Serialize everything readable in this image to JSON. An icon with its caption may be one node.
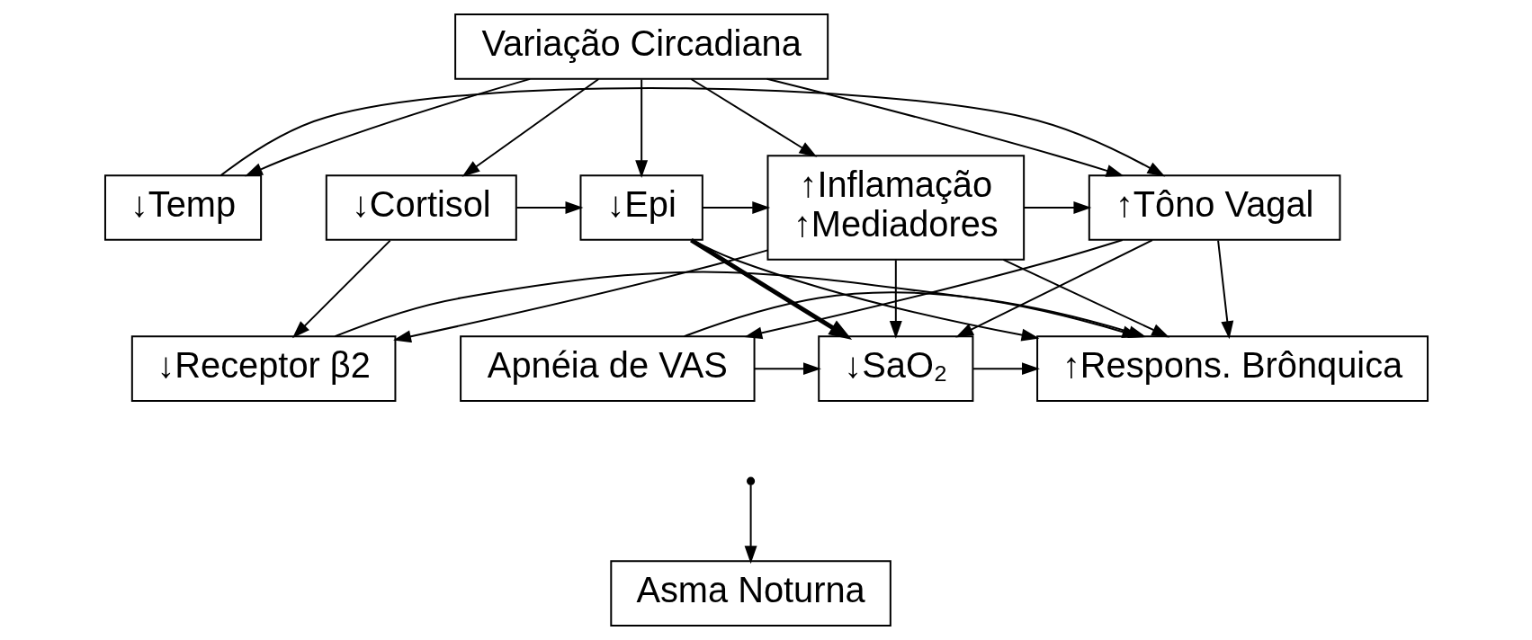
{
  "diagram": {
    "nodes": [
      {
        "text": [
          "Variação Circadiana"
        ]
      },
      {
        "text": [
          "↓Cortisol"
        ]
      },
      {
        "text": [
          "↓Epi"
        ]
      },
      {
        "text": [
          "↑Inflamação",
          "↑Mediadores"
        ]
      },
      {
        "text": [
          "↑Tôno Vagal"
        ]
      },
      {
        "text": [
          "↓Temp"
        ]
      },
      {
        "text": [
          "↓Receptor β2"
        ]
      },
      {
        "text": [
          "↑Respons. Brônquica"
        ]
      },
      {
        "text": [
          "↓SaO₂"
        ]
      },
      {
        "text": [
          "Apnéia de VAS"
        ]
      },
      {
        "text": [
          "Asma Noturna"
        ]
      }
    ],
    "edges": [
      {
        "from": 0,
        "to": 1,
        "arrow": "to"
      },
      {
        "from": 0,
        "to": 2,
        "arrow": "to"
      },
      {
        "from": 0,
        "to": 3,
        "arrow": "to"
      },
      {
        "from": 0,
        "to": 4,
        "arrow": "to"
      },
      {
        "from": 0,
        "to": 5,
        "arrow": "to"
      },
      {
        "from": 1,
        "to": 2,
        "arrow": "to"
      },
      {
        "from": 1,
        "to": 6,
        "arrow": "to"
      },
      {
        "from": 2,
        "to": 3,
        "arrow": "to"
      },
      {
        "from": 2,
        "to": 7,
        "arrow": "to"
      },
      {
        "from": 2,
        "to": 8,
        "arrow": "to",
        "style": "thick"
      },
      {
        "from": 3,
        "to": 4,
        "arrow": "to"
      },
      {
        "from": 3,
        "to": 6,
        "arrow": "to"
      },
      {
        "from": 3,
        "to": 7,
        "arrow": "to"
      },
      {
        "from": 3,
        "to": 8,
        "arrow": "to"
      },
      {
        "from": 5,
        "to": 4,
        "arrow": "to"
      },
      {
        "from": 4,
        "to": 7,
        "arrow": "to"
      },
      {
        "from": 4,
        "to": 8,
        "arrow": "to"
      },
      {
        "from": 4,
        "to": 9,
        "arrow": "to"
      },
      {
        "from": 6,
        "to": 7,
        "arrow": "to"
      },
      {
        "from": 8,
        "to": 7,
        "arrow": "to"
      },
      {
        "from": 9,
        "to": 8,
        "arrow": "to"
      },
      {
        "from": 9,
        "to": 7,
        "arrow": "to"
      },
      {
        "from": null,
        "to": 10,
        "arrow": "to"
      }
    ]
  }
}
